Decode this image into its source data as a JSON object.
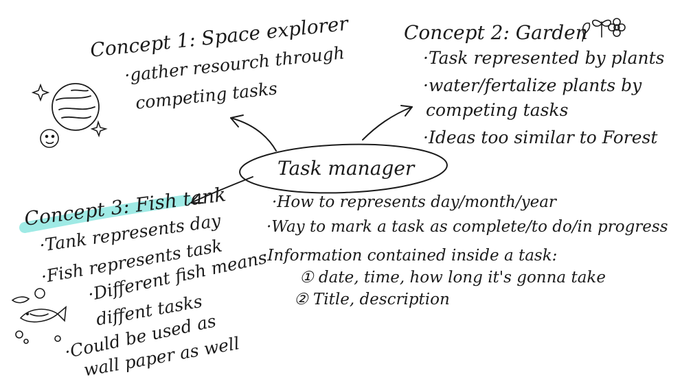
{
  "center": {
    "label": "Task manager"
  },
  "center_notes": [
    "·How to represents day/month/year",
    "·Way to mark a task as complete/to do/in progress",
    "·Information contained inside a task:",
    "① date, time, how long it's gonna take",
    "② Title, description"
  ],
  "concept1": {
    "title": "Concept 1: Space explorer",
    "lines": [
      "·gather resourch through",
      "competing tasks"
    ]
  },
  "concept2": {
    "title": "Concept 2: Garden",
    "lines": [
      "·Task represented by plants",
      "·water/fertalize plants by",
      "competing tasks",
      "·Ideas too similar to Forest"
    ]
  },
  "concept3": {
    "title": "Concept 3: Fish tank",
    "lines": [
      "·Tank represents day",
      "·Fish represents task",
      "·Different fish means",
      "diffent tasks",
      "·Could be used as",
      "wall paper as well"
    ],
    "highlight_color": "#7fe3dc"
  },
  "ink_color": "#1b1b1b"
}
